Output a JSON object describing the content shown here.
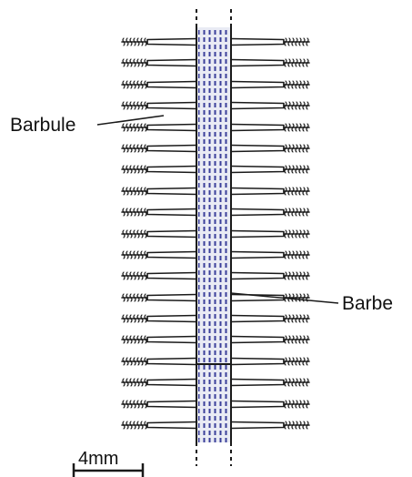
{
  "labels": {
    "barbule": "Barbule",
    "barbe": "Barbe",
    "scale": "4mm"
  },
  "diagram": {
    "barbule_pairs": 19,
    "colors": {
      "ink": "#1a1a1a",
      "shaft_fill": "#e9ebf4",
      "shaft_dots": "#3a3f9a"
    }
  }
}
